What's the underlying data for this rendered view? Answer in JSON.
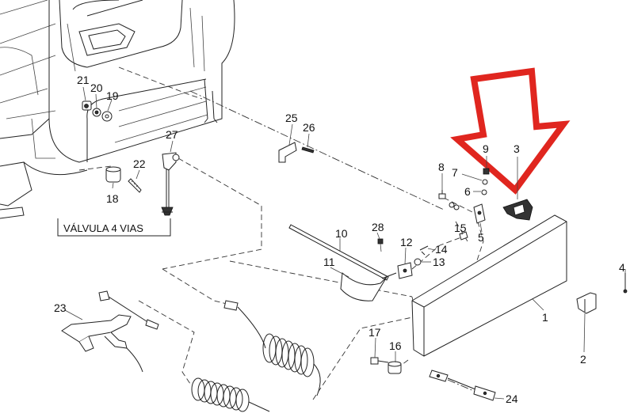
{
  "diagram": {
    "valve_label": "VÁLVULA 4 VIAS",
    "callouts": {
      "p1": "1",
      "p2": "2",
      "p3": "3",
      "p4": "4",
      "p5": "5",
      "p6": "6",
      "p7": "7",
      "p8": "8",
      "p9": "9",
      "p10": "10",
      "p11": "11",
      "p12": "12",
      "p13": "13",
      "p14": "14",
      "p15": "15",
      "p16": "16",
      "p17": "17",
      "p18": "18",
      "p19": "19",
      "p20": "20",
      "p21": "21",
      "p22": "22",
      "p23": "23",
      "p24": "24",
      "p25": "25",
      "p26": "26",
      "p27": "27",
      "p28": "28"
    },
    "colors": {
      "arrow": "#e0261f",
      "line": "#222222",
      "background": "#ffffff"
    }
  }
}
